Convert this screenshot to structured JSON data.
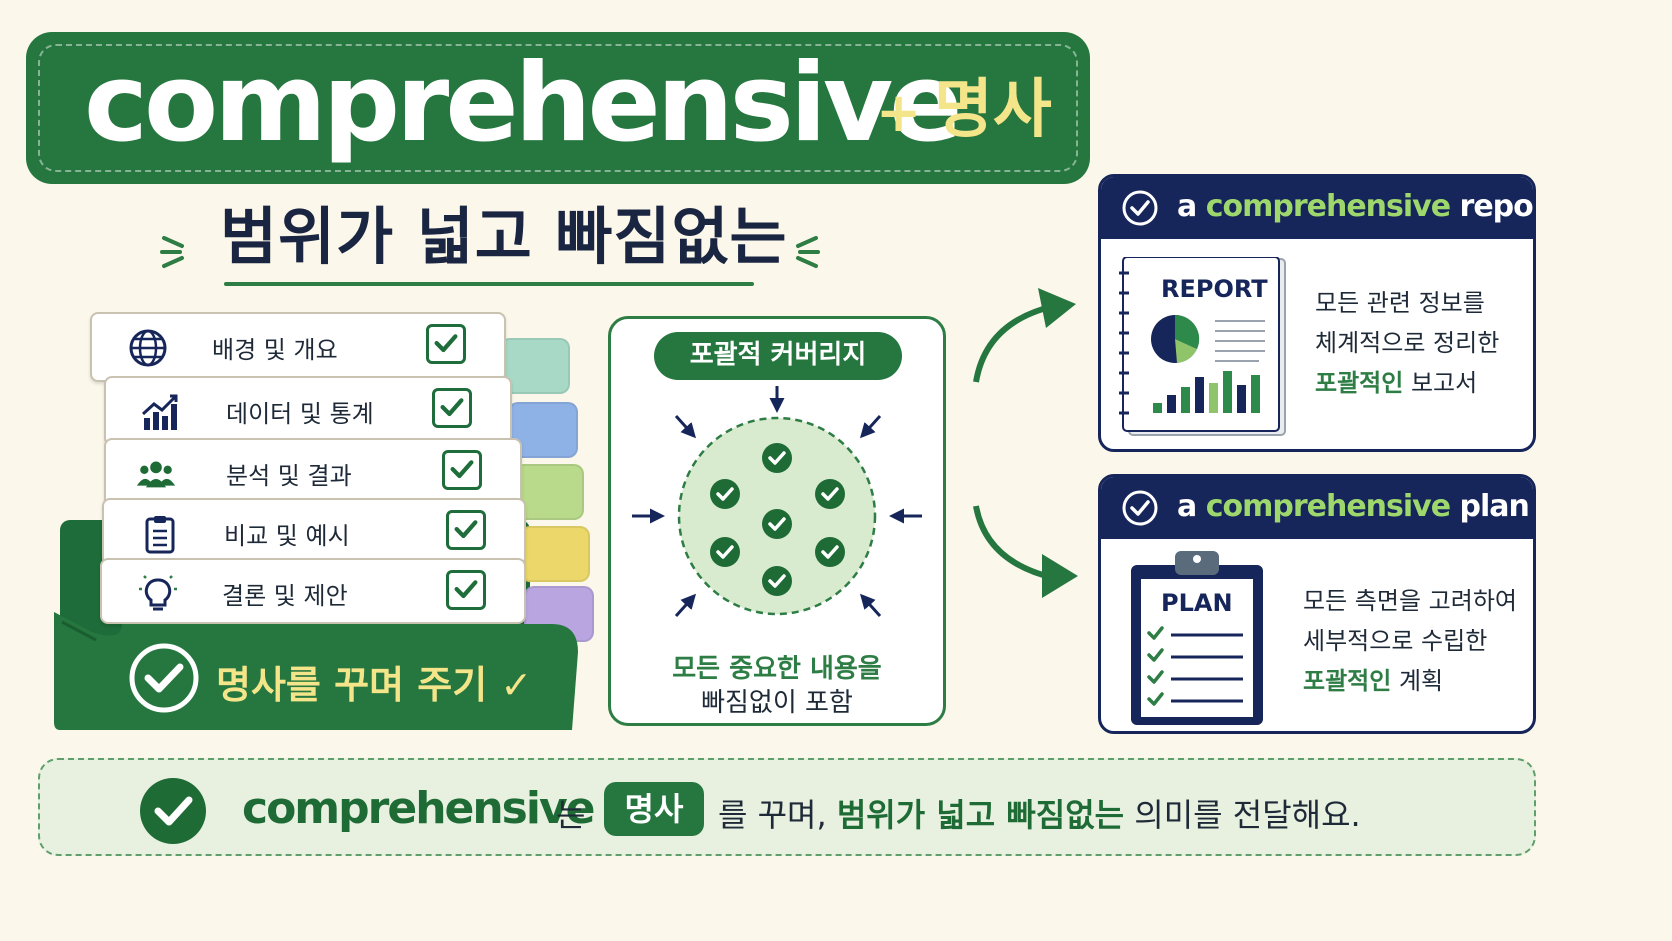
{
  "title": {
    "word": "comprehensive",
    "plus": "+",
    "noun": "명사"
  },
  "subtitle": "범위가 넓고 빠짐없는",
  "checklist": {
    "items": [
      {
        "label": "배경 및 개요",
        "icon": "globe-icon"
      },
      {
        "label": "데이터 및 통계",
        "icon": "bar-chart-icon"
      },
      {
        "label": "분석 및 결과",
        "icon": "people-icon"
      },
      {
        "label": "비교 및 예시",
        "icon": "clipboard-icon"
      },
      {
        "label": "결론 및 제안",
        "icon": "lightbulb-icon"
      }
    ],
    "folder_label": "명사를 꾸며 주기 ✓"
  },
  "coverage": {
    "pill": "포괄적 커버리지",
    "line1": "모든 중요한 내용을",
    "line2": "빠짐없이 포함"
  },
  "examples": [
    {
      "header_a": "a ",
      "header_word": "comprehensive",
      "header_noun": " report",
      "doc_label": "REPORT",
      "line1": "모든 관련 정보를",
      "line2": "체계적으로 정리한",
      "line3_green": "포괄적인",
      "line3_rest": " 보고서"
    },
    {
      "header_a": "a ",
      "header_word": "comprehensive",
      "header_noun": " plan",
      "doc_label": "PLAN",
      "line1": "모든 측면을 고려하여",
      "line2": "세부적으로 수립한",
      "line3_green": "포괄적인",
      "line3_rest": " 계획"
    }
  ],
  "summary": {
    "word": "comprehensive",
    "particle": "는",
    "pill": "명사",
    "rest1": "를 꾸며, ",
    "green": "범위가 넓고 빠짐없는",
    "rest2": " 의미를 전달해요."
  },
  "colors": {
    "green": "#25773f",
    "navy": "#16255a",
    "yellow": "#f5e58a",
    "background": "#fbf7ea"
  }
}
